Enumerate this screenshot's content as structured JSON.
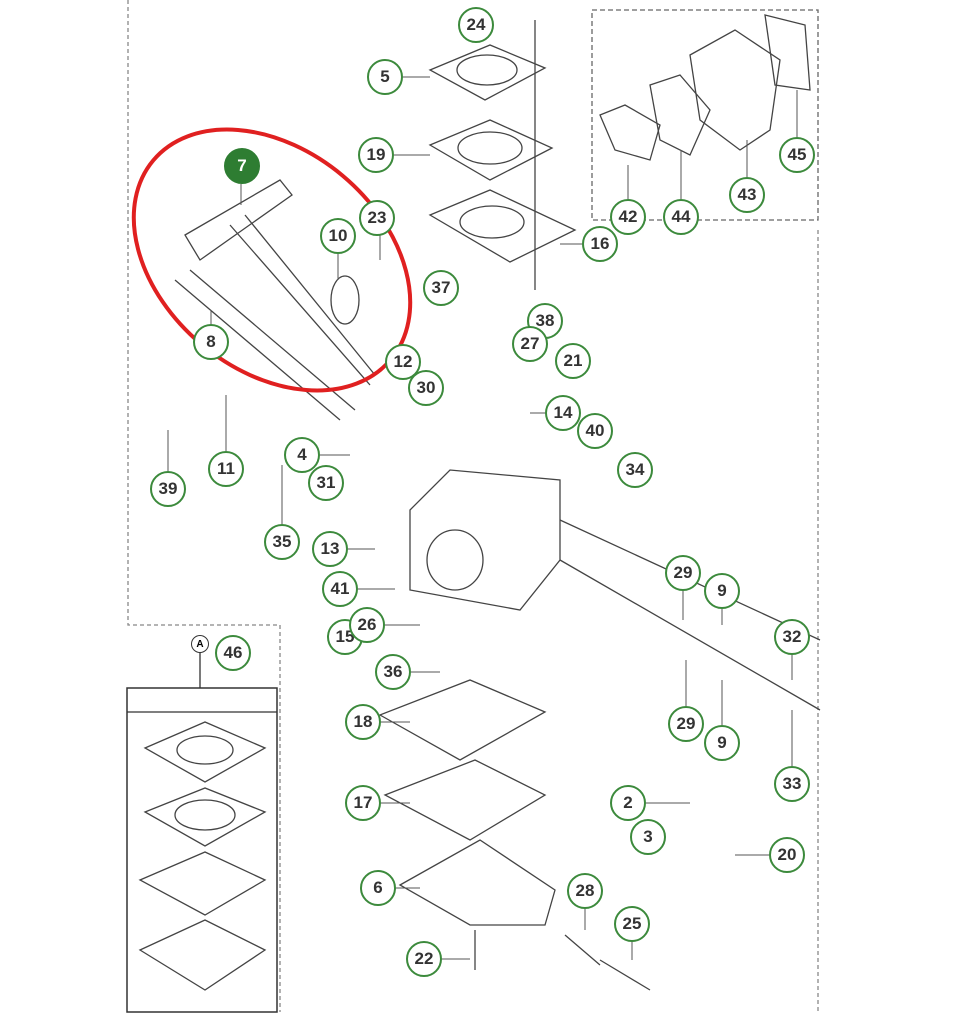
{
  "diagram": {
    "highlighted_part": "7",
    "accent_color": "#2e7d32",
    "highlight_ring_color": "#e02020",
    "inset_reference": "A",
    "callouts": [
      {
        "id": "c24",
        "label": "24"
      },
      {
        "id": "c5",
        "label": "5"
      },
      {
        "id": "c19",
        "label": "19"
      },
      {
        "id": "c16",
        "label": "16"
      },
      {
        "id": "c23",
        "label": "23"
      },
      {
        "id": "c10",
        "label": "10"
      },
      {
        "id": "c7",
        "label": "7"
      },
      {
        "id": "c37",
        "label": "37"
      },
      {
        "id": "c38",
        "label": "38"
      },
      {
        "id": "c27",
        "label": "27"
      },
      {
        "id": "c21",
        "label": "21"
      },
      {
        "id": "c12",
        "label": "12"
      },
      {
        "id": "c8",
        "label": "8"
      },
      {
        "id": "c30",
        "label": "30"
      },
      {
        "id": "c14",
        "label": "14"
      },
      {
        "id": "c40",
        "label": "40"
      },
      {
        "id": "c4",
        "label": "4"
      },
      {
        "id": "c31",
        "label": "31"
      },
      {
        "id": "c11",
        "label": "11"
      },
      {
        "id": "c39",
        "label": "39"
      },
      {
        "id": "c34",
        "label": "34"
      },
      {
        "id": "c35",
        "label": "35"
      },
      {
        "id": "c13",
        "label": "13"
      },
      {
        "id": "c41",
        "label": "41"
      },
      {
        "id": "c29a",
        "label": "29"
      },
      {
        "id": "c9a",
        "label": "9"
      },
      {
        "id": "c32",
        "label": "32"
      },
      {
        "id": "c15",
        "label": "15"
      },
      {
        "id": "c26",
        "label": "26"
      },
      {
        "id": "c36",
        "label": "36"
      },
      {
        "id": "c29b",
        "label": "29"
      },
      {
        "id": "c9b",
        "label": "9"
      },
      {
        "id": "c33",
        "label": "33"
      },
      {
        "id": "c18",
        "label": "18"
      },
      {
        "id": "c17",
        "label": "17"
      },
      {
        "id": "c2",
        "label": "2"
      },
      {
        "id": "c3",
        "label": "3"
      },
      {
        "id": "c20",
        "label": "20"
      },
      {
        "id": "c6",
        "label": "6"
      },
      {
        "id": "c28",
        "label": "28"
      },
      {
        "id": "c25",
        "label": "25"
      },
      {
        "id": "c22",
        "label": "22"
      },
      {
        "id": "c42",
        "label": "42"
      },
      {
        "id": "c44",
        "label": "44"
      },
      {
        "id": "c43",
        "label": "43"
      },
      {
        "id": "c45",
        "label": "45"
      },
      {
        "id": "c46",
        "label": "46"
      }
    ]
  }
}
